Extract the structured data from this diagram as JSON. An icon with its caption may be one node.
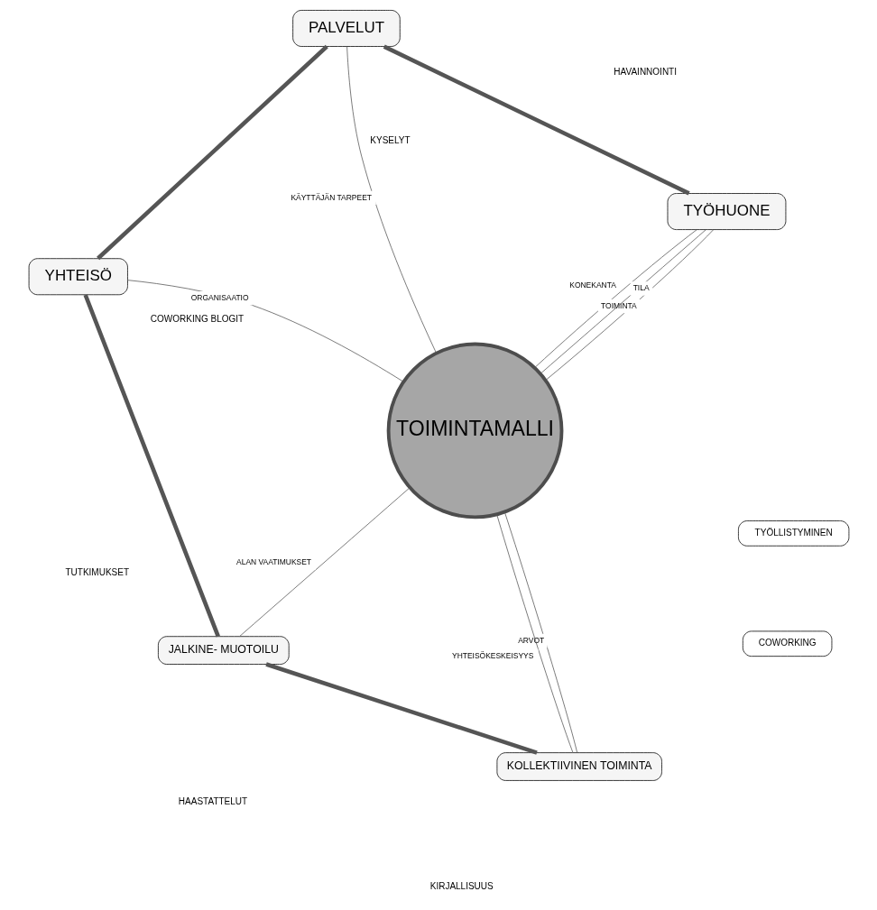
{
  "diagram": {
    "nodes": [
      {
        "text": [
          "TOIMINTAMALLI"
        ]
      },
      {
        "text": [
          "KOLLEKTIIVINEN TOIMINTA"
        ]
      },
      {
        "text": [
          "JALKINE- MUOTOILU"
        ]
      },
      {
        "text": [
          "YHTEISÖ"
        ]
      },
      {
        "text": [
          "PALVELUT"
        ]
      },
      {
        "text": [
          "TYÖHUONE"
        ]
      },
      {
        "text": [
          "COWORKING"
        ]
      },
      {
        "text": [
          "TYÖLLISTYMINEN"
        ]
      }
    ],
    "edges": [
      {
        "from": 0,
        "to": 1,
        "arrow": "none",
        "label": "ARVOT"
      },
      {
        "from": 0,
        "to": 1,
        "arrow": "none",
        "label": "YHTEISÖKESKEISYYS"
      },
      {
        "from": 0,
        "to": 2,
        "arrow": "none",
        "label": "ALAN VAATIMUKSET"
      },
      {
        "from": 0,
        "to": 3,
        "arrow": "none",
        "label": "ORGANISAATIO"
      },
      {
        "from": 0,
        "to": 4,
        "arrow": "none",
        "label": "KÄYTTÄJÄN TARPEET"
      },
      {
        "from": 0,
        "to": 5,
        "arrow": "none",
        "label": "KONEKANTA"
      },
      {
        "from": 0,
        "to": 5,
        "arrow": "none",
        "label": "TOIMINTA"
      },
      {
        "from": 0,
        "to": 5,
        "arrow": "none",
        "label": "TILA"
      },
      {
        "from": 1,
        "to": 2,
        "arrow": "none",
        "style": "thick"
      },
      {
        "from": 2,
        "to": 3,
        "arrow": "none",
        "style": "thick"
      },
      {
        "from": 3,
        "to": 4,
        "arrow": "none",
        "style": "thick"
      },
      {
        "from": 4,
        "to": 5,
        "arrow": "none",
        "style": "thick"
      }
    ],
    "labels": [
      "KIRJALLISUUS",
      "HAASTATTELUT",
      "TUTKIMUKSET",
      "COWORKING BLOGIT",
      "KYSELYT",
      "HAVAINNOINTI"
    ]
  }
}
